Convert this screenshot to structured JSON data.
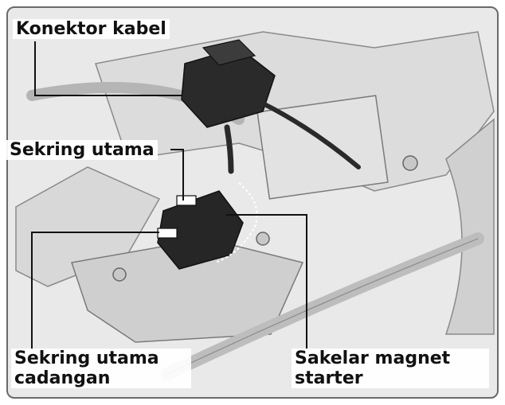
{
  "labels": {
    "konektor": "Konektor kabel",
    "sekring_utama": "Sekring utama",
    "sekring_cadangan_line1": "Sekring utama",
    "sekring_cadangan_line2": "cadangan",
    "sakelar_line1": "Sakelar magnet",
    "sakelar_line2": "starter"
  },
  "colors": {
    "line": "#111111",
    "frame": "#6a6a6a",
    "component_dark": "#2a2a2a",
    "background_part": "#d4d4d4"
  }
}
